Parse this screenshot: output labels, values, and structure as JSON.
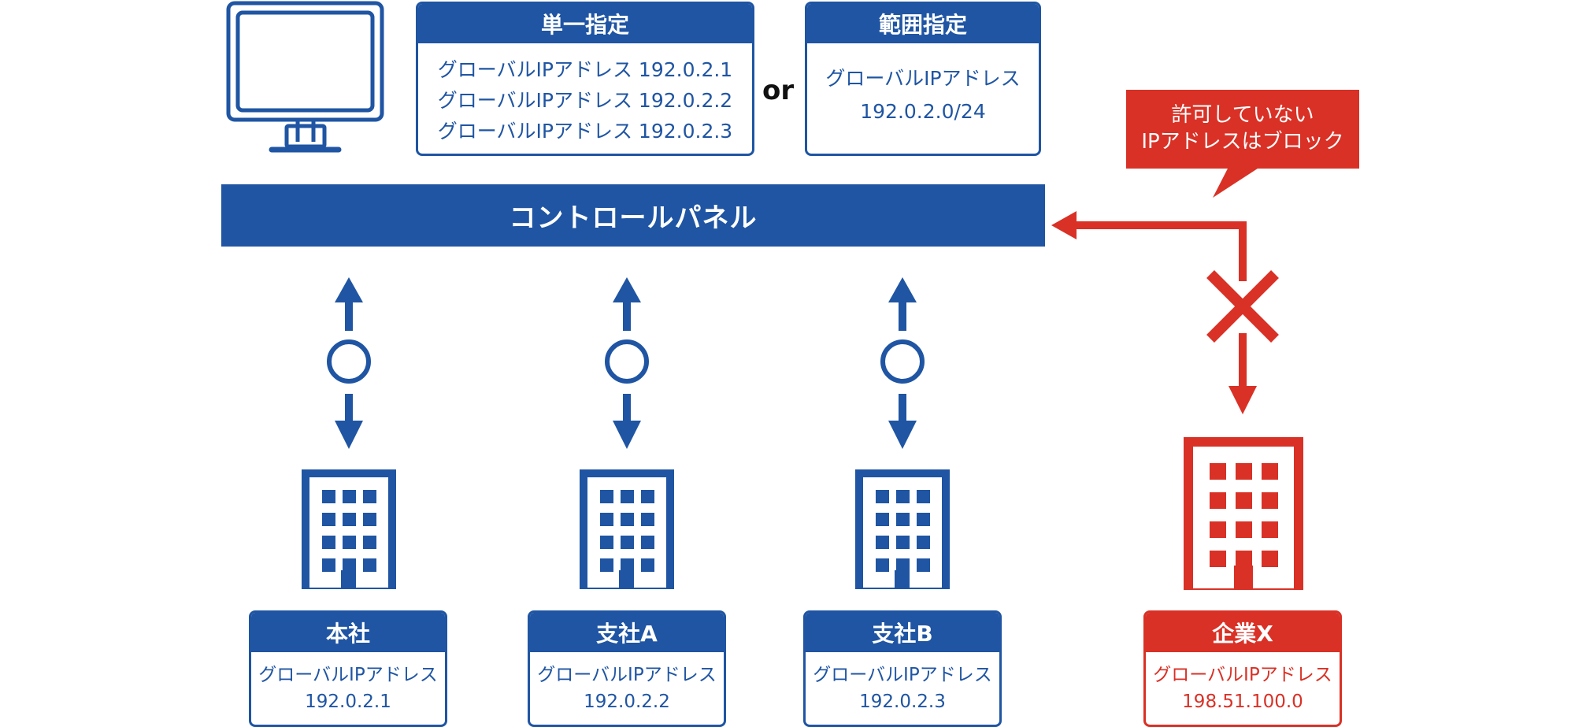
{
  "top": {
    "single": {
      "title": "単一指定",
      "lines": [
        "グローバルIPアドレス 192.0.2.1",
        "グローバルIPアドレス 192.0.2.2",
        "グローバルIPアドレス 192.0.2.3"
      ]
    },
    "or_label": "or",
    "range": {
      "title": "範囲指定",
      "line1": "グローバルIPアドレス",
      "line2": "192.0.2.0/24"
    }
  },
  "control_panel": "コントロールパネル",
  "callout": {
    "line1": "許可していない",
    "line2": "IPアドレスはブロック"
  },
  "offices": [
    {
      "name": "本社",
      "label": "グローバルIPアドレス",
      "ip": "192.0.2.1"
    },
    {
      "name": "支社A",
      "label": "グローバルIPアドレス",
      "ip": "192.0.2.2"
    },
    {
      "name": "支社B",
      "label": "グローバルIPアドレス",
      "ip": "192.0.2.3"
    }
  ],
  "blocked": {
    "name": "企業X",
    "label": "グローバルIPアドレス",
    "ip": "198.51.100.0"
  },
  "colors": {
    "blue": "#1f55a3",
    "red": "#d93126"
  },
  "icons": {
    "computer": "monitor-icon",
    "building": "building-icon",
    "allowed": "circle-icon",
    "blocked": "cross-icon"
  }
}
